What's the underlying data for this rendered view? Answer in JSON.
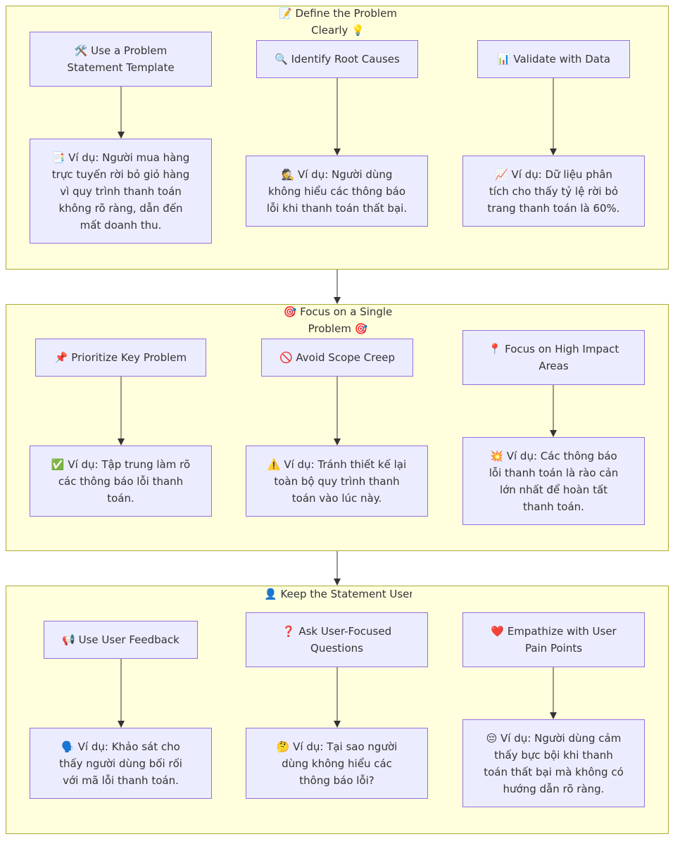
{
  "groups": [
    {
      "title": "📝 Define the Problem Clearly 💡",
      "nodes": [
        "🛠️ Use a Problem Statement Template",
        "🔍 Identify Root Causes",
        "📊 Validate with Data",
        "📑 Ví dụ: Người mua hàng trực tuyến rời bỏ giỏ hàng vì quy trình thanh toán không rõ ràng, dẫn đến mất doanh thu.",
        "🕵️ Ví dụ: Người dùng không hiểu các thông báo lỗi khi thanh toán thất bại.",
        "📈 Ví dụ: Dữ liệu phân tích cho thấy tỷ lệ rời bỏ trang thanh toán là 60%."
      ]
    },
    {
      "title": "🎯 Focus on a Single Problem 🎯",
      "nodes": [
        "📌 Prioritize Key Problem",
        "🚫 Avoid Scope Creep",
        "📍 Focus on High Impact Areas",
        "✅ Ví dụ: Tập trung làm rõ các thông báo lỗi thanh toán.",
        "⚠️ Ví dụ: Tránh thiết kế lại toàn bộ quy trình thanh toán vào lúc này.",
        "💥 Ví dụ: Các thông báo lỗi thanh toán là rào cản lớn nhất để hoàn tất thanh toán."
      ]
    },
    {
      "title": "👤 Keep the Statement User-Centric 💬",
      "nodes": [
        "📢 Use User Feedback",
        "❓ Ask User-Focused Questions",
        "❤️ Empathize with User Pain Points",
        "🗣️ Ví dụ: Khảo sát cho thấy người dùng bối rối với mã lỗi thanh toán.",
        "🤔 Ví dụ: Tại sao người dùng không hiểu các thông báo lỗi?",
        "😔 Ví dụ: Người dùng cảm thấy bực bội khi thanh toán thất bại mà không có hướng dẫn rõ ràng."
      ]
    }
  ]
}
